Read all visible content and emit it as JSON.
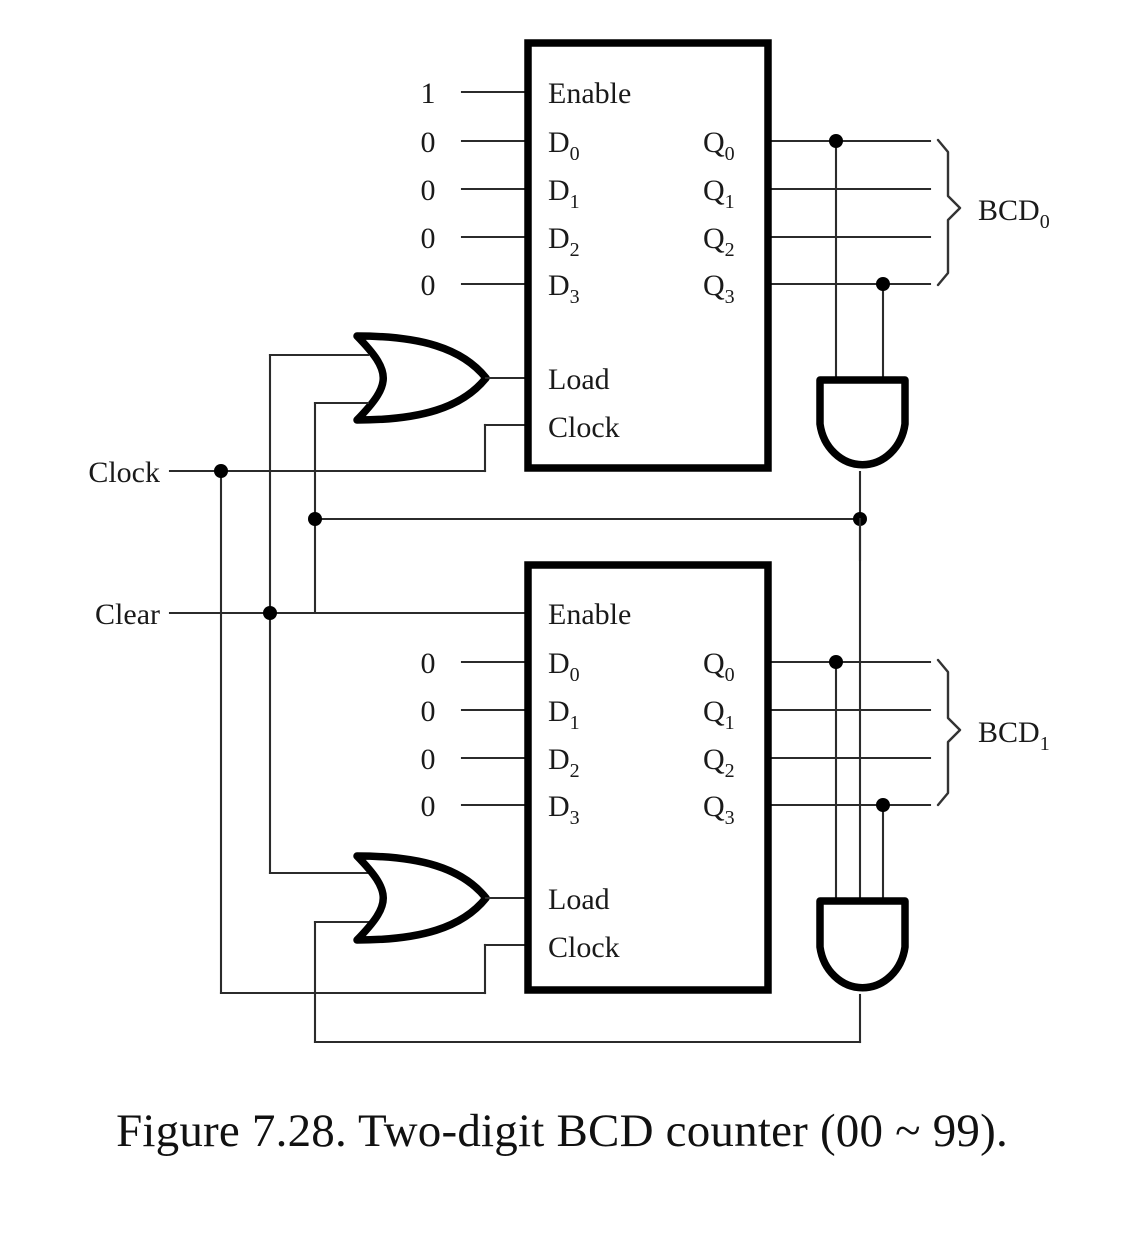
{
  "figure": {
    "caption": "Figure 7.28. Two-digit BCD counter (00 ~ 99).",
    "title": "Two-digit BCD counter",
    "range": "00 ~ 99"
  },
  "colors": {
    "wire": "#2b2b2b",
    "gate_outline": "#000000",
    "background": "#ffffff",
    "text": "#1a1a1a"
  },
  "signals": {
    "clock_label": "Clock",
    "clear_label": "Clear"
  },
  "registers": [
    {
      "id": "upper",
      "enable_label": "Enable",
      "load_label": "Load",
      "clock_label": "Clock",
      "data_inputs": [
        {
          "label": "D",
          "sub": "0",
          "value": "0"
        },
        {
          "label": "D",
          "sub": "1",
          "value": "0"
        },
        {
          "label": "D",
          "sub": "2",
          "value": "0"
        },
        {
          "label": "D",
          "sub": "3",
          "value": "0"
        }
      ],
      "outputs": [
        {
          "label": "Q",
          "sub": "0"
        },
        {
          "label": "Q",
          "sub": "1"
        },
        {
          "label": "Q",
          "sub": "2"
        },
        {
          "label": "Q",
          "sub": "3"
        }
      ],
      "enable_value": "1",
      "bus_label": "BCD",
      "bus_sub": "0"
    },
    {
      "id": "lower",
      "enable_label": "Enable",
      "load_label": "Load",
      "clock_label": "Clock",
      "data_inputs": [
        {
          "label": "D",
          "sub": "0",
          "value": "0"
        },
        {
          "label": "D",
          "sub": "1",
          "value": "0"
        },
        {
          "label": "D",
          "sub": "2",
          "value": "0"
        },
        {
          "label": "D",
          "sub": "3",
          "value": "0"
        }
      ],
      "outputs": [
        {
          "label": "Q",
          "sub": "0"
        },
        {
          "label": "Q",
          "sub": "1"
        },
        {
          "label": "Q",
          "sub": "2"
        },
        {
          "label": "Q",
          "sub": "3"
        }
      ],
      "enable_value": "",
      "bus_label": "BCD",
      "bus_sub": "1"
    }
  ],
  "gates": [
    {
      "id": "or-upper",
      "type": "OR",
      "inputs": 2,
      "drives": "Load"
    },
    {
      "id": "and-upper",
      "type": "AND",
      "inputs": 2,
      "sources": [
        "Q0",
        "Q3"
      ]
    },
    {
      "id": "or-lower",
      "type": "OR",
      "inputs": 2,
      "drives": "Load"
    },
    {
      "id": "and-lower",
      "type": "AND",
      "inputs": 3,
      "sources": [
        "Q0",
        "Q3",
        "carry"
      ]
    }
  ]
}
